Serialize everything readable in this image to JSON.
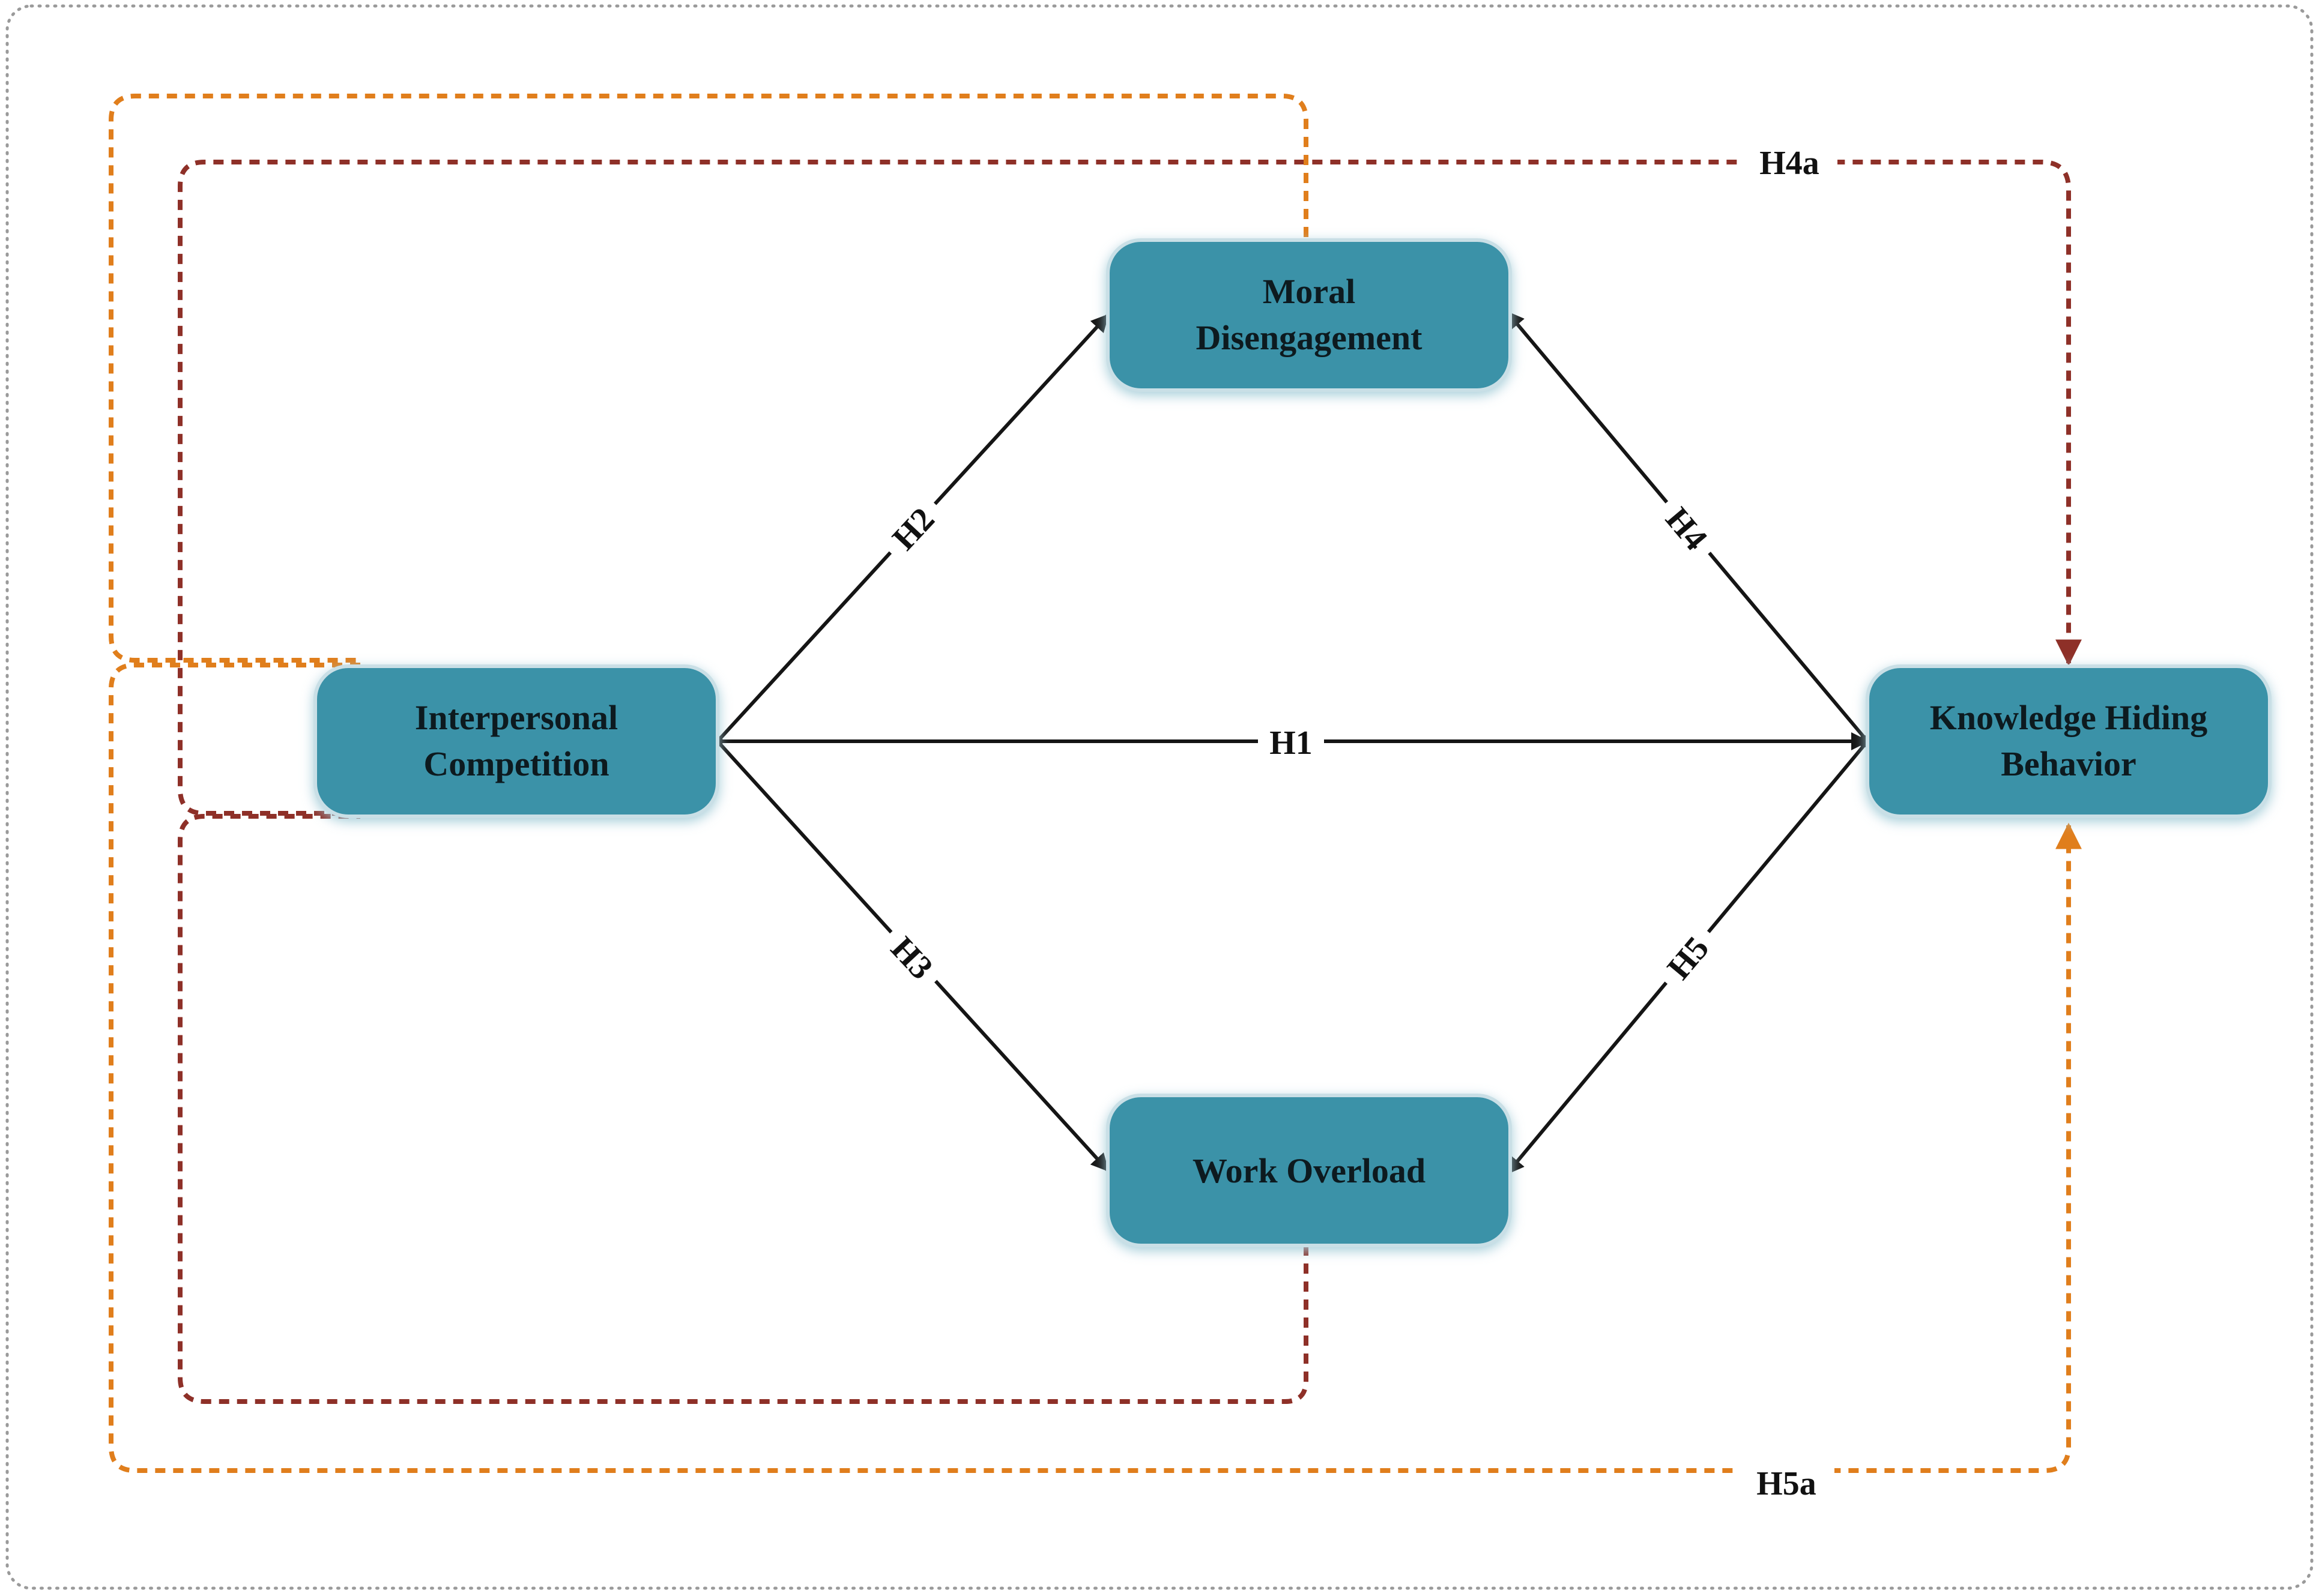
{
  "colors": {
    "node_fill": "#3a92a8",
    "node_border": "#c9dfe6",
    "mediation_moral": "#8e3028",
    "mediation_overload": "#e07e1c",
    "direct_path": "#151515"
  },
  "nodes": {
    "ic": {
      "line1": "Interpersonal",
      "line2": "Competition"
    },
    "md": {
      "line1": "Moral",
      "line2": "Disengagement"
    },
    "wo": {
      "line1": "Work Overload"
    },
    "khb": {
      "line1": "Knowledge Hiding",
      "line2": "Behavior"
    }
  },
  "edges": {
    "h1": "H1",
    "h2": "H2",
    "h3": "H3",
    "h4": "H4",
    "h5": "H5",
    "h4a": "H4a",
    "h5a": "H5a"
  }
}
